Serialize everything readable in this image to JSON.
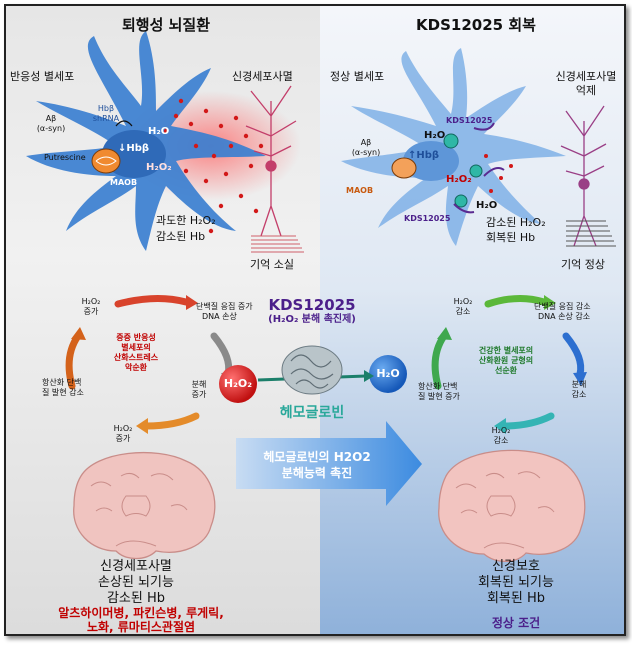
{
  "left": {
    "title": "퇴행성 뇌질환",
    "reactive_astrocyte": "반응성 별세포",
    "neuron_death": "신경세포사멸",
    "abeta": "Aβ",
    "asyn": "(α-syn)",
    "putrescine": "Putrescine",
    "hbb_shrna_1": "Hbβ",
    "hbb_shrna_2": "shRNA",
    "down_hbb": "↓Hbβ",
    "h2o": "H₂O",
    "h2o2": "H₂O₂",
    "maob": "MAOB",
    "excess_h2o2": "과도한 H₂O₂",
    "reduced_hb": "감소된 Hb",
    "memory_loss": "기억 소실",
    "cycle_top_left_1": "H₂O₂",
    "cycle_top_left_2": "증가",
    "cycle_top_right_1": "단백질 응집 증가",
    "cycle_top_right_2": "DNA 손상",
    "cycle_right_1": "분해",
    "cycle_right_2": "증가",
    "cycle_bottom_1": "H₂O₂",
    "cycle_bottom_2": "증가",
    "cycle_left_1": "항산화 단백",
    "cycle_left_2": "질 발현 감소",
    "cycle_center_1": "중증 반응성",
    "cycle_center_2": "별세포의",
    "cycle_center_3": "산화스트레스",
    "cycle_center_4": "악순환",
    "brain_text_1": "신경세포사멸",
    "brain_text_2": "손상된 뇌기능",
    "brain_text_3": "감소된 Hb",
    "diseases_1": "알츠하이머병, 파킨슨병, 루게릭,",
    "diseases_2": "노화, 류마티스관절염"
  },
  "right": {
    "title": "KDS12025 회복",
    "normal_astrocyte": "정상 별세포",
    "neuron_death_1": "신경세포사멸",
    "neuron_death_2": "억제",
    "abeta": "Aβ",
    "asyn": "(α-syn)",
    "kds_label_1": "KDS12025",
    "kds_label_2": "KDS12025",
    "up_hbb": "↑Hbβ",
    "h2o_a": "H₂O",
    "h2o_b": "H₂O",
    "h2o2": "H₂O₂",
    "maob": "MAOB",
    "reduced_h2o2": "감소된 H₂O₂",
    "restored_hb": "회복된 Hb",
    "memory_normal": "기억 정상",
    "cycle_top_left_1": "H₂O₂",
    "cycle_top_left_2": "감소",
    "cycle_top_right_1": "단백질 응집 감소",
    "cycle_top_right_2": "DNA 손상 감소",
    "cycle_right_1": "분해",
    "cycle_right_2": "감소",
    "cycle_bottom_1": "H₂O₂",
    "cycle_bottom_2": "감소",
    "cycle_left_1": "항산화 단백",
    "cycle_left_2": "질 발현 증가",
    "cycle_center_1": "건강한 별세포의",
    "cycle_center_2": "산화환원 균형의",
    "cycle_center_3": "선순환",
    "brain_text_1": "신경보호",
    "brain_text_2": "회복된 뇌기능",
    "brain_text_3": "회복된 Hb",
    "condition": "정상 조건"
  },
  "center": {
    "drug": "KDS12025",
    "drug_sub": "(H₂O₂ 분해 촉진제)",
    "h2o2_badge": "H₂O₂",
    "h2o_badge": "H₂O",
    "hemoglobin": "헤모글로빈",
    "arrow_text_1": "헤모글로빈의 H2O2",
    "arrow_text_2": "분해능력 촉진"
  },
  "colors": {
    "astrocyte_blue": "#3b7fd0",
    "h2o2_red": "#d21818",
    "h2o_blue": "#1f6fd0",
    "teal": "#2aa89a",
    "purple": "#5a2a90",
    "brain_pink": "#f2c4c0"
  }
}
